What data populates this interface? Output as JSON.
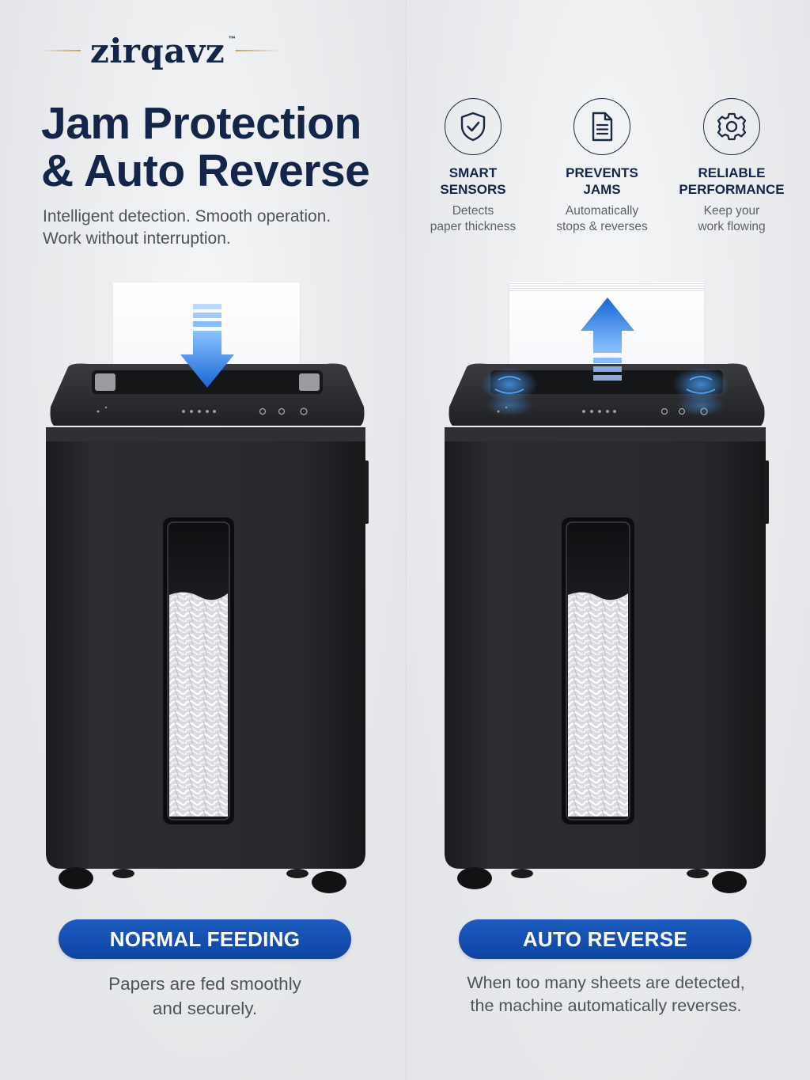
{
  "brand": {
    "name": "zirqavz",
    "trademark": "™"
  },
  "headline": {
    "line1": "Jam Protection",
    "line2": "& Auto Reverse"
  },
  "tagline": {
    "line1": "Intelligent detection. Smooth operation.",
    "line2": "Work without interruption."
  },
  "features": [
    {
      "icon": "shield-check-icon",
      "title_line1": "SMART",
      "title_line2": "SENSORS",
      "desc_line1": "Detects",
      "desc_line2": "paper thickness"
    },
    {
      "icon": "document-icon",
      "title_line1": "PREVENTS",
      "title_line2": "JAMS",
      "desc_line1": "Automatically",
      "desc_line2": "stops & reverses"
    },
    {
      "icon": "gear-icon",
      "title_line1": "RELIABLE",
      "title_line2": "PERFORMANCE",
      "desc_line1": "Keep your",
      "desc_line2": "work flowing"
    }
  ],
  "panels": [
    {
      "label": "NORMAL FEEDING",
      "caption_line1": "Papers are fed smoothly",
      "caption_line2": "and securely.",
      "arrow": "arrow-down-icon"
    },
    {
      "label": "AUTO REVERSE",
      "caption_line1": "When too many sheets are detected,",
      "caption_line2": "the machine automatically reverses.",
      "arrow": "arrow-up-icon"
    }
  ],
  "colors": {
    "navy": "#13264a",
    "accent_blue": "#1554b8",
    "gold": "#c0a06a",
    "shredder_body": "#232427",
    "arrow_blue": "#2f86ec"
  }
}
